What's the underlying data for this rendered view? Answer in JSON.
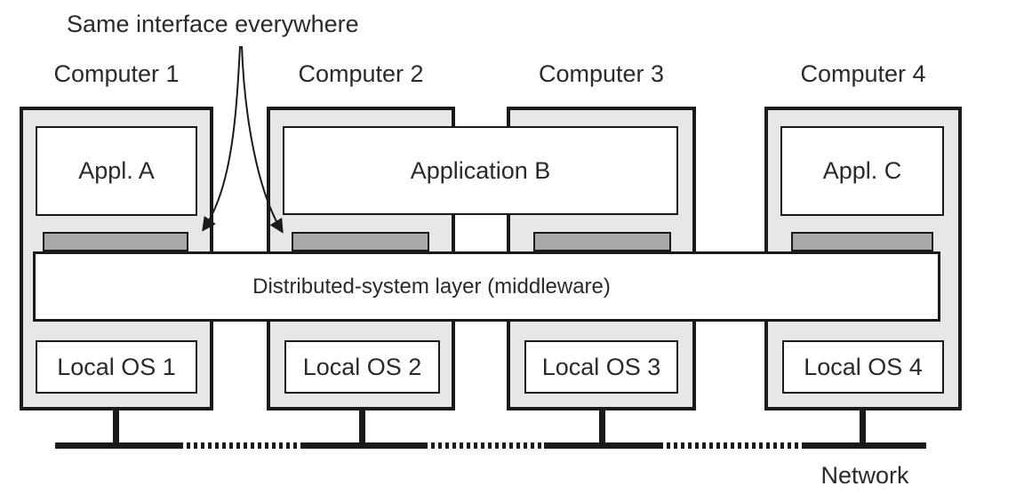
{
  "annotation": {
    "text": "Same interface everywhere"
  },
  "computers": [
    {
      "name": "Computer 1",
      "os": "Local OS 1"
    },
    {
      "name": "Computer 2",
      "os": "Local OS 2"
    },
    {
      "name": "Computer 3",
      "os": "Local OS 3"
    },
    {
      "name": "Computer 4",
      "os": "Local OS 4"
    }
  ],
  "apps": {
    "a": "Appl. A",
    "b": "Application B",
    "c": "Appl. C"
  },
  "middleware": {
    "label": "Distributed-system layer (middleware)"
  },
  "network": {
    "label": "Network"
  },
  "colors": {
    "computer_fill": "#e7e7e7",
    "interface_bar_fill": "#a9a9a9",
    "line": "#1a1a1a",
    "text": "#2a2a2a"
  }
}
